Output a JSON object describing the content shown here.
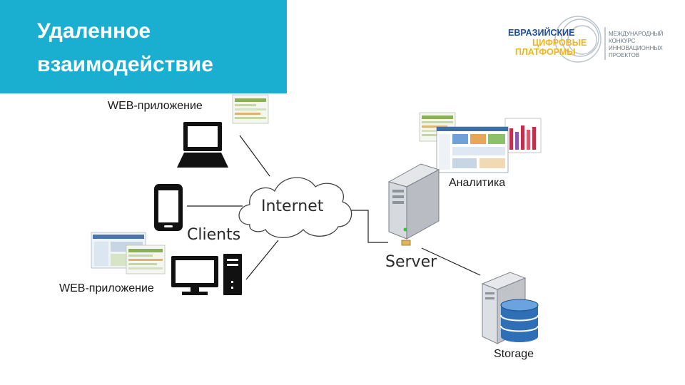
{
  "slide": {
    "title_line1": "Удаленное",
    "title_line2": "взаимодействие"
  },
  "logo": {
    "line1": "ЕВРАЗИЙСКИЕ",
    "line2": "ЦИФРОВЫЕ",
    "line3": "ПЛАТФОРМЫ",
    "sub1": "МЕЖДУНАРОДНЫЙ",
    "sub2": "КОНКУРС",
    "sub3": "ИННОВАЦИОННЫХ",
    "sub4": "ПРОЕКТОВ",
    "color_primary": "#1f4e9c",
    "color_accent": "#f0b41e"
  },
  "labels": {
    "web_app_top": "WEB-приложение",
    "web_app_bottom": "WEB-приложение",
    "analytics": "Аналитика",
    "storage": "Storage",
    "internet": "Internet",
    "clients": "Clients",
    "server": "Server"
  },
  "colors": {
    "accent": "#1aaed1",
    "storage_db": "#2f6fb5"
  }
}
